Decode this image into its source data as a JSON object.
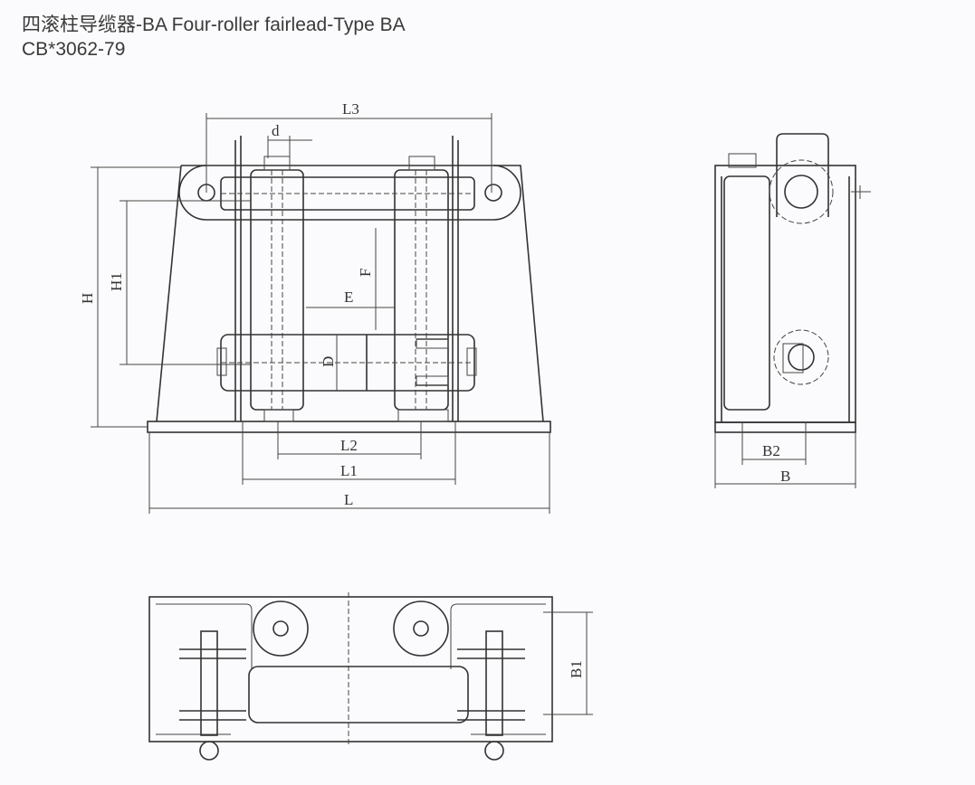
{
  "title": {
    "line1": "四滚柱导缆器-BA  Four-roller fairlead-Type BA",
    "line2": "CB*3062-79"
  },
  "dimensions": {
    "L3": "L3",
    "d": "d",
    "H": "H",
    "H1": "H1",
    "F": "F",
    "E": "E",
    "D": "D",
    "L2": "L2",
    "L1": "L1",
    "L": "L",
    "B2": "B2",
    "B": "B",
    "B1": "B1"
  }
}
